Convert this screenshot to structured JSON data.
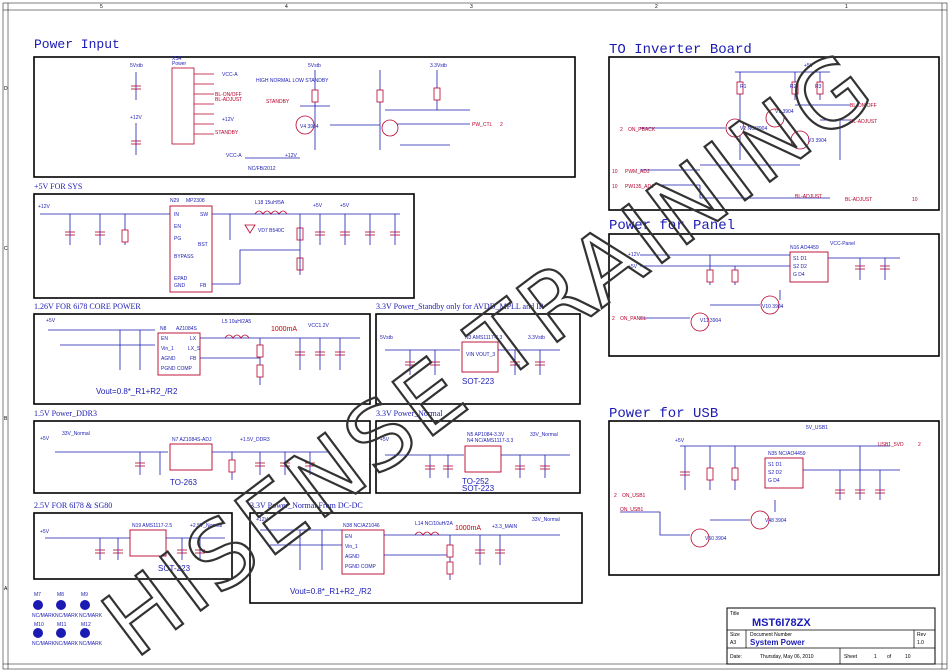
{
  "sections": {
    "power_input": "Power Input",
    "inverter": "TO Inverter Board",
    "panel": "Power for Panel",
    "usb": "Power for USB"
  },
  "subsections": {
    "sys5v": "+5V FOR SYS",
    "core": "1.26V FOR 6i78 CORE POWER",
    "standby": "3.3V Power_Standby only for AVDD_MPLL and IR",
    "ddr3": "1.5V Power_DDR3",
    "normal": "3.3V Power_Normal",
    "sg80": "2.5V FOR 6I78 & SG80",
    "dcdc": "3.3V Power_Normal From DC-DC"
  },
  "notes": {
    "current_core": "1000mA",
    "current_dcdc": "1000mA",
    "formula_core": "Vout=0.8*_R1+R2_/R2",
    "formula_dcdc": "Vout=0.8*_R1+R2_/R2",
    "pkg_to263": "TO-263",
    "pkg_sot223_a": "SOT-223",
    "pkg_sot223_b": "SOT-223",
    "pkg_to252": "TO-252",
    "pkg_sot223_c": "SOT-223",
    "standby_table": "HIGH NORMAL LOW STANDBY"
  },
  "components": {
    "xs4": "XS4",
    "xs4_sub": "Power",
    "n29": "N29",
    "n29_part": "MP2308",
    "l18": "L18 15uH/5A",
    "vd7": "VD7 B540C",
    "n8": "N8",
    "n8_part": "AZ1084S",
    "n3": "N3 AMS1117-3.3",
    "n7": "N7 AZ1084S-ADJ",
    "n5": "N5 AP1084-3.3V",
    "n4": "N4 NC/AMS1117-3.3",
    "n19": "N19 AMS1117-2.5",
    "n38": "N38 NC/AZ1046",
    "n16": "N16 AO4459",
    "n35": "N35 NC/AO4459",
    "v1": "V1 3904",
    "v2": "V2 NC/3904",
    "v3": "V3 3904",
    "v4": "V4 3904",
    "v10": "V10 3904",
    "v11": "V11 3904",
    "v48": "V48 3904",
    "v50": "V50 3904"
  },
  "nets": {
    "vcc_a": "VCC-A",
    "bl_onoff": "BL-ON/OFF",
    "bl_adjust": "BL-ADJUST",
    "standby": "STANDBY",
    "p12v": "+12V",
    "p5vstb": "5Vstb",
    "p33vstb": "3.3Vstb",
    "pw_ctl": "PW_CTL",
    "pw_ctl_pg": "2",
    "on_pback": "ON_PBACK",
    "on_pback_pg": "2",
    "pwm_adj": "PWM_ADJ",
    "pwm_adj_pg": "10",
    "pw135_adj": "PW135_ADJ",
    "pw135_adj_pg": "10",
    "bl_onoff_out": "BL-ON/OFF",
    "bl_adjust_out": "BL-ADJUST",
    "bl_adjust_pg": "10",
    "p5v": "+5V",
    "vcc_panel": "VCC-Panel",
    "on_panel": "ON_PANEL",
    "on_panel_pg": "2",
    "v5_usb1": "5V_USB1",
    "usb1_5vd": "USB1_5VD",
    "usb1_5vd_pg": "2",
    "on_usb1": "ON_USB1",
    "on_usb1_pg": "2",
    "v33_main": "+3.3_MAIN",
    "v33_normal": "33V_Normal",
    "vcc12v": "VCC1.2V",
    "v15_ddr3": "+1.5V_DDR3",
    "v25_normal": "+2.5V_Normal"
  },
  "mounts": {
    "top_row": [
      "M7",
      "M8",
      "M9"
    ],
    "bottom_row": [
      "M10",
      "M11",
      "M12"
    ],
    "label": "NC/MARK"
  },
  "title_block": {
    "title_label": "Title",
    "title": "MST6I78ZX",
    "size_label": "Size",
    "size": "A3",
    "doc_label": "Document Number",
    "doc": "System Power",
    "rev_label": "Rev",
    "rev": "1.0",
    "date_label": "Date:",
    "date": "Thursday, May 06, 2010",
    "sheet_label": "Sheet",
    "sheet": "1",
    "of_label": "of",
    "of": "10"
  },
  "watermark": "HISENSE TRAINING",
  "border": {
    "top_cols": [
      "5",
      "4",
      "3",
      "2",
      "1"
    ],
    "rows": [
      "D",
      "C",
      "B",
      "A"
    ]
  }
}
